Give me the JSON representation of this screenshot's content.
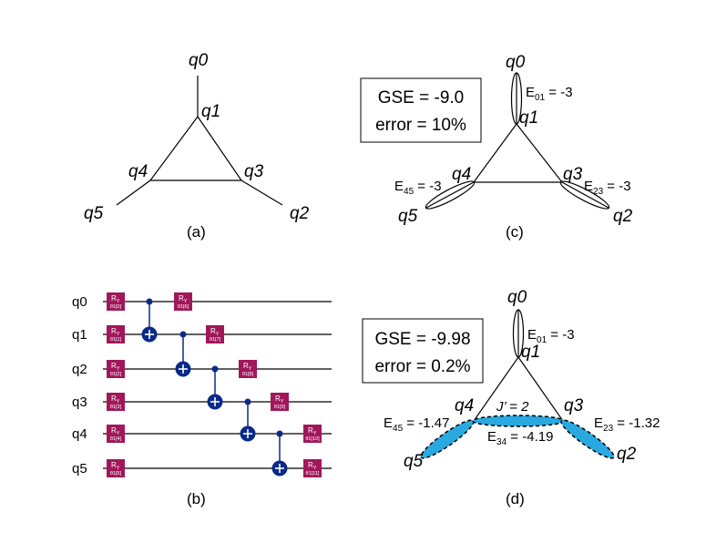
{
  "panel_a": {
    "qubits": {
      "q0": "q0",
      "q1": "q1",
      "q2": "q2",
      "q3": "q3",
      "q4": "q4",
      "q5": "q5"
    },
    "caption": "(a)"
  },
  "panel_b": {
    "caption": "(b)",
    "wires": [
      "q0",
      "q1",
      "q2",
      "q3",
      "q4",
      "q5"
    ],
    "gate_main": "R",
    "gate_sub": "Y",
    "gate_params": [
      "θ1[0]",
      "θ1[1]",
      "θ1[2]",
      "θ1[3]",
      "θ1[4]",
      "θ1[5]",
      "θ1[6]",
      "θ1[7]",
      "θ1[8]",
      "θ1[9]",
      "θ1[10]",
      "θ1[11]"
    ],
    "gate_color": "#A0175A",
    "cnot_color": "#0A2A8A"
  },
  "panel_c": {
    "caption": "(c)",
    "box": {
      "line1": "GSE = -9.0",
      "line2": "error = 10%"
    },
    "qubits": {
      "q0": "q0",
      "q1": "q1",
      "q2": "q2",
      "q3": "q3",
      "q4": "q4",
      "q5": "q5"
    },
    "edges": {
      "e01": {
        "sym": "E",
        "sub": "01",
        "val": " = -3"
      },
      "e45": {
        "sym": "E",
        "sub": "45",
        "val": " = -3"
      },
      "e23": {
        "sym": "E",
        "sub": "23",
        "val": " = -3"
      }
    }
  },
  "panel_d": {
    "caption": "(d)",
    "box": {
      "line1": "GSE = -9.98",
      "line2": "error = 0.2%"
    },
    "qubits": {
      "q0": "q0",
      "q1": "q1",
      "q2": "q2",
      "q3": "q3",
      "q4": "q4",
      "q5": "q5"
    },
    "coupling": "J’ = 2",
    "edges": {
      "e01": {
        "sym": "E",
        "sub": "01",
        "val": " = -3"
      },
      "e45": {
        "sym": "E",
        "sub": "45",
        "val": " = -1.47"
      },
      "e34": {
        "sym": "E",
        "sub": "34",
        "val": " = -4.19"
      },
      "e23": {
        "sym": "E",
        "sub": "23",
        "val": " = -1.32"
      }
    },
    "highlight_color": "#29A9E0"
  }
}
